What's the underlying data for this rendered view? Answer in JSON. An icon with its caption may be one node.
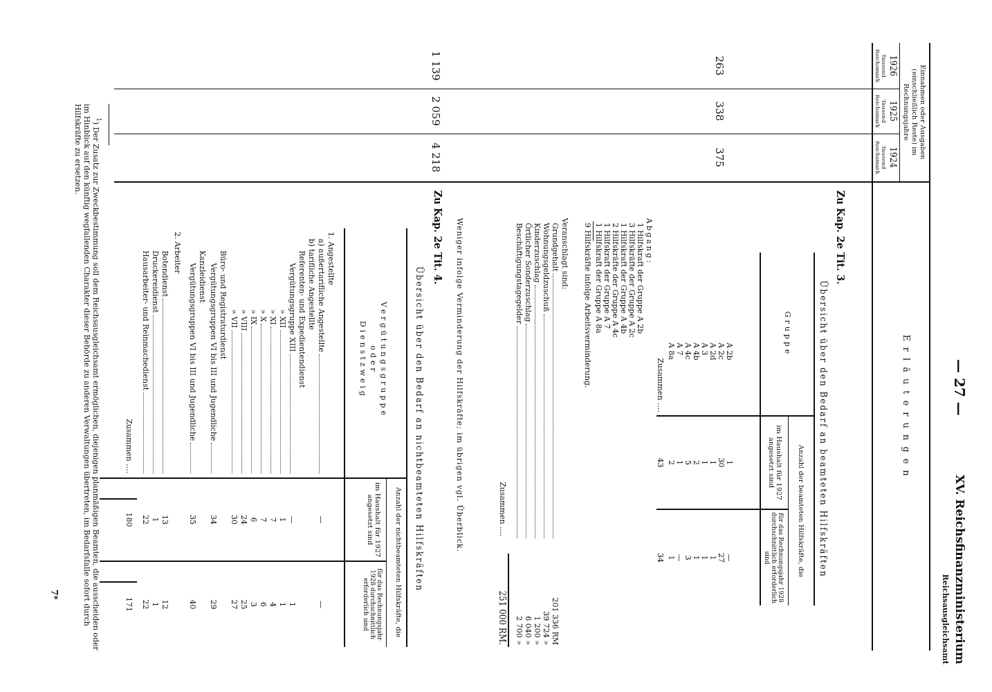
{
  "diagram": {
    "labels": [
      "Einnahmen oder Ausgaben (einschließlich Reste) im Rechnungsjahre",
      "1926",
      "1925",
      "1924",
      "Tausend Reichsmark",
      "Tausend Reichsmark",
      "Tausend Reichsmark",
      "— 27 —",
      "XV. Reichsfinanzministerium",
      "Reichsausgleichsamt",
      "Erläuterungen",
      "263",
      "338",
      "375",
      "Zu Kap. 2e Tit. 3.",
      "Übersicht über den Bedarf an beamteten Hilfskräften",
      "Gruppe",
      "Anzahl der beamteten Hilfskräfte, die",
      "im Haushalt für 1927 angesetzt sind",
      "für das Rechnungsjahr 1928 durchschnittlich erforderlich sind",
      "A 2b",
      "1",
      "—",
      "A 2c",
      "30",
      "27",
      "A 2d",
      "1",
      "1",
      "A 3",
      "1",
      "1",
      "A 4b",
      "2",
      "1",
      "A 4c",
      "5",
      "3",
      "A 7",
      "1",
      "—",
      "A 8a",
      "2",
      "1",
      "Zusammen ....",
      "43",
      "34",
      "Abgang:",
      "1 Hilfskraft der Gruppe A 2b",
      "3 Hilfskräfte der Gruppe A 2c",
      "1 Hilfskraft der Gruppe A 4b",
      "2 Hilfskräfte der Gruppe A 4c",
      "1 Hilfskraft der Gruppe A 7",
      "1 Hilfskraft der Gruppe A 8a",
      "9 Hilfskräfte infolge Arbeitsverminderung.",
      "Veranschlagt sind:",
      "Grundgehalt",
      "201 336 RM",
      "Wohnungsgeldzuschuß",
      "39 724 »",
      "Kinderzuschlag",
      "1 200 »",
      "Örtlicher Sonderzuschlag",
      "6 040 »",
      "Beschäftigungstagegelder",
      "2 700 »",
      "Zusammen ....",
      "251 000 RM.",
      "Weniger infolge Verminderung der Hilfskräfte; im übrigen vgl. Überblick.",
      "1 139",
      "2 059",
      "4 218",
      "Zu Kap. 2e Tit. 4.",
      "Übersicht über den Bedarf an nichtbeamteten Hilfskräften",
      "Vergütungsgruppe oder Dienstzweig",
      "Anzahl der nichtbeamteten Hilfskräfte, die",
      "im Haushalt für 1927 angesetzt sind",
      "für das Rechnungsjahr 1928 durchschnittlich erforderlich sind",
      "1. Angestellte",
      "a) außertarifliche Angestellte",
      "—",
      "—",
      "b) tarifliche Angestellte",
      "Referenten- und Expedientendienst",
      "Vergütungsgruppe XIII",
      "—",
      "1",
      "» XII",
      "1",
      "1",
      "» XI",
      "7",
      "4",
      "» X",
      "7",
      "6",
      "» IX",
      "6",
      "3",
      "» VIII",
      "24",
      "25",
      "» VII",
      "30",
      "27",
      "Büro- und Registraturdienst",
      "Vergütungsgruppen VI bis III und Jugendliche",
      "34",
      "29",
      "Kanzleidienst",
      "Vergütungsgruppen VI bis III und Jugendliche",
      "35",
      "40",
      "2. Arbeiter",
      "Botendienst",
      "13",
      "12",
      "Druckereidienst",
      "1",
      "1",
      "Hausarbeiter- und Reinmachedienst",
      "22",
      "22",
      "Zusammen ....",
      "180",
      "171",
      "$^{1}$) Der Zusatz zur Zweckbestimmung soll dem Reichsausgleichsamt ermöglichen, diejenigen planmäßigen Beamten, die ausscheiden oder im Hinblick auf den künftig wegfallenden Charakter dieser Behörde zu anderen Verwaltungen übertreten, im Bedarfsfalle sofort durch Hilfskräfte zu ersetzen.",
      "7*"
    ]
  }
}
